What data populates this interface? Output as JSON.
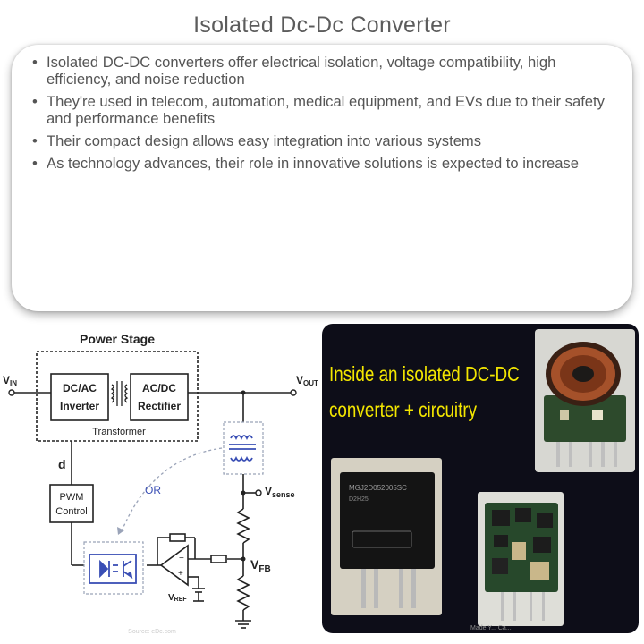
{
  "title": "Isolated Dc-Dc Converter",
  "bullets": [
    "Isolated DC-DC converters offer electrical isolation, voltage compatibility, high efficiency, and noise reduction",
    "They're used in telecom, automation, medical equipment, and EVs due to their safety and performance benefits",
    "Their compact design allows easy integration into various systems",
    "As technology advances, their role in innovative solutions is expected to increase"
  ],
  "diagram": {
    "power_stage": "Power Stage",
    "vin_main": "V",
    "vin_sub": "IN",
    "vout_main": "V",
    "vout_sub": "OUT",
    "dcac_line1": "DC/AC",
    "dcac_line2": "Inverter",
    "acdc_line1": "AC/DC",
    "acdc_line2": "Rectifier",
    "transformer": "Transformer",
    "d_label": "d",
    "pwm_line1": "PWM",
    "pwm_line2": "Control",
    "or_label": "OR",
    "vsense_main": "V",
    "vsense_sub": "sense",
    "vfb_main": "V",
    "vfb_sub": "FB",
    "vref_main": "V",
    "vref_sub": "REF",
    "source": "Source: eDc.com"
  },
  "photo": {
    "heading_line1": "Inside an isolated DC-DC",
    "heading_line2": "converter + circuitry",
    "module_line1": "MGJ2D052005SC",
    "module_line2": "D2H25",
    "caption": "Made Y... Ca..."
  },
  "colors": {
    "circuit_blue": "#3a4fb5",
    "heading_yellow": "#f3e600",
    "panel_bg": "#0d0d18"
  }
}
